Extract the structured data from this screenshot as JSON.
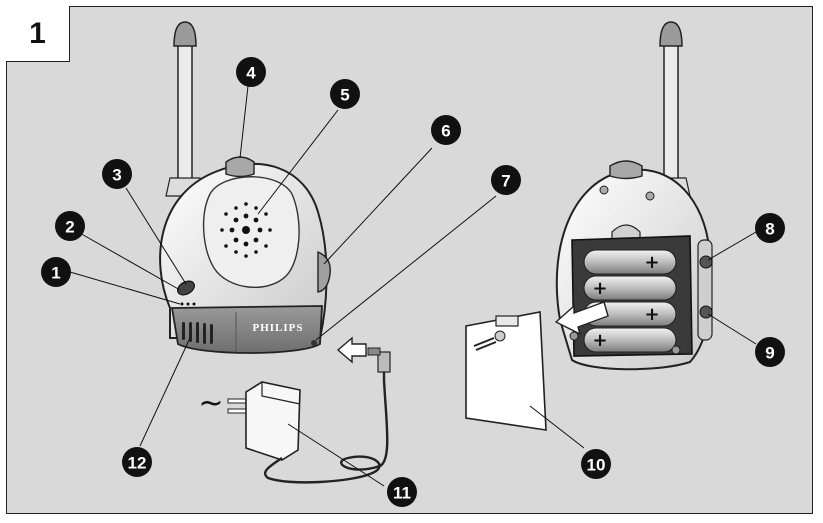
{
  "figure_number": "1",
  "brand": "PHILIPS",
  "callouts": [
    "1",
    "2",
    "3",
    "4",
    "5",
    "6",
    "7",
    "8",
    "9",
    "10",
    "11",
    "12"
  ],
  "ac_symbol": "~",
  "battery_plus": "+",
  "colors": {
    "background": "#d9d9d9",
    "unit_body": "#f4f4f4",
    "unit_base": "#8c8c8c",
    "callout_fill": "#111111",
    "frame": "#222222"
  }
}
